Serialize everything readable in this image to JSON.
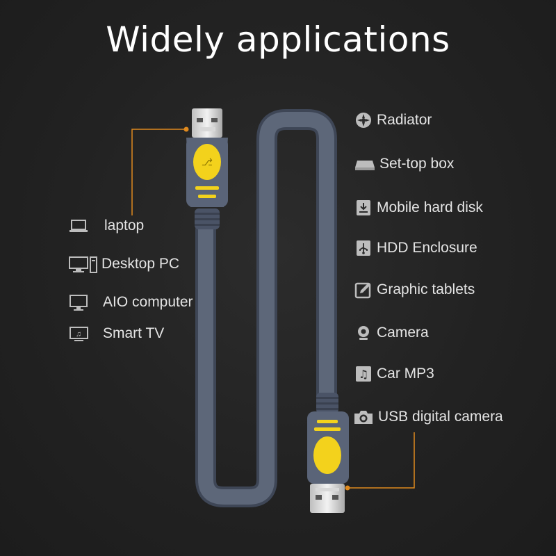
{
  "title": "Widely applications",
  "left_devices": [
    {
      "label": "laptop",
      "icon": "laptop-icon"
    },
    {
      "label": "Desktop PC",
      "icon": "desktop-pc-icon"
    },
    {
      "label": "AIO computer",
      "icon": "monitor-icon"
    },
    {
      "label": "Smart TV",
      "icon": "tv-icon"
    }
  ],
  "right_devices": [
    {
      "label": "Radiator",
      "icon": "fan-icon"
    },
    {
      "label": "Set-top box",
      "icon": "set-top-box-icon"
    },
    {
      "label": "Mobile hard disk",
      "icon": "hard-disk-icon"
    },
    {
      "label": "HDD Enclosure",
      "icon": "usb-icon"
    },
    {
      "label": "Graphic tablets",
      "icon": "pen-tablet-icon"
    },
    {
      "label": "Camera",
      "icon": "webcam-icon"
    },
    {
      "label": "Car MP3",
      "icon": "music-note-icon"
    },
    {
      "label": "USB digital camera",
      "icon": "camera-icon"
    }
  ],
  "colors": {
    "background": "#232323",
    "cable": "#5a6478",
    "accent_yellow": "#f3d21c",
    "callout_orange": "#e08a1e"
  }
}
